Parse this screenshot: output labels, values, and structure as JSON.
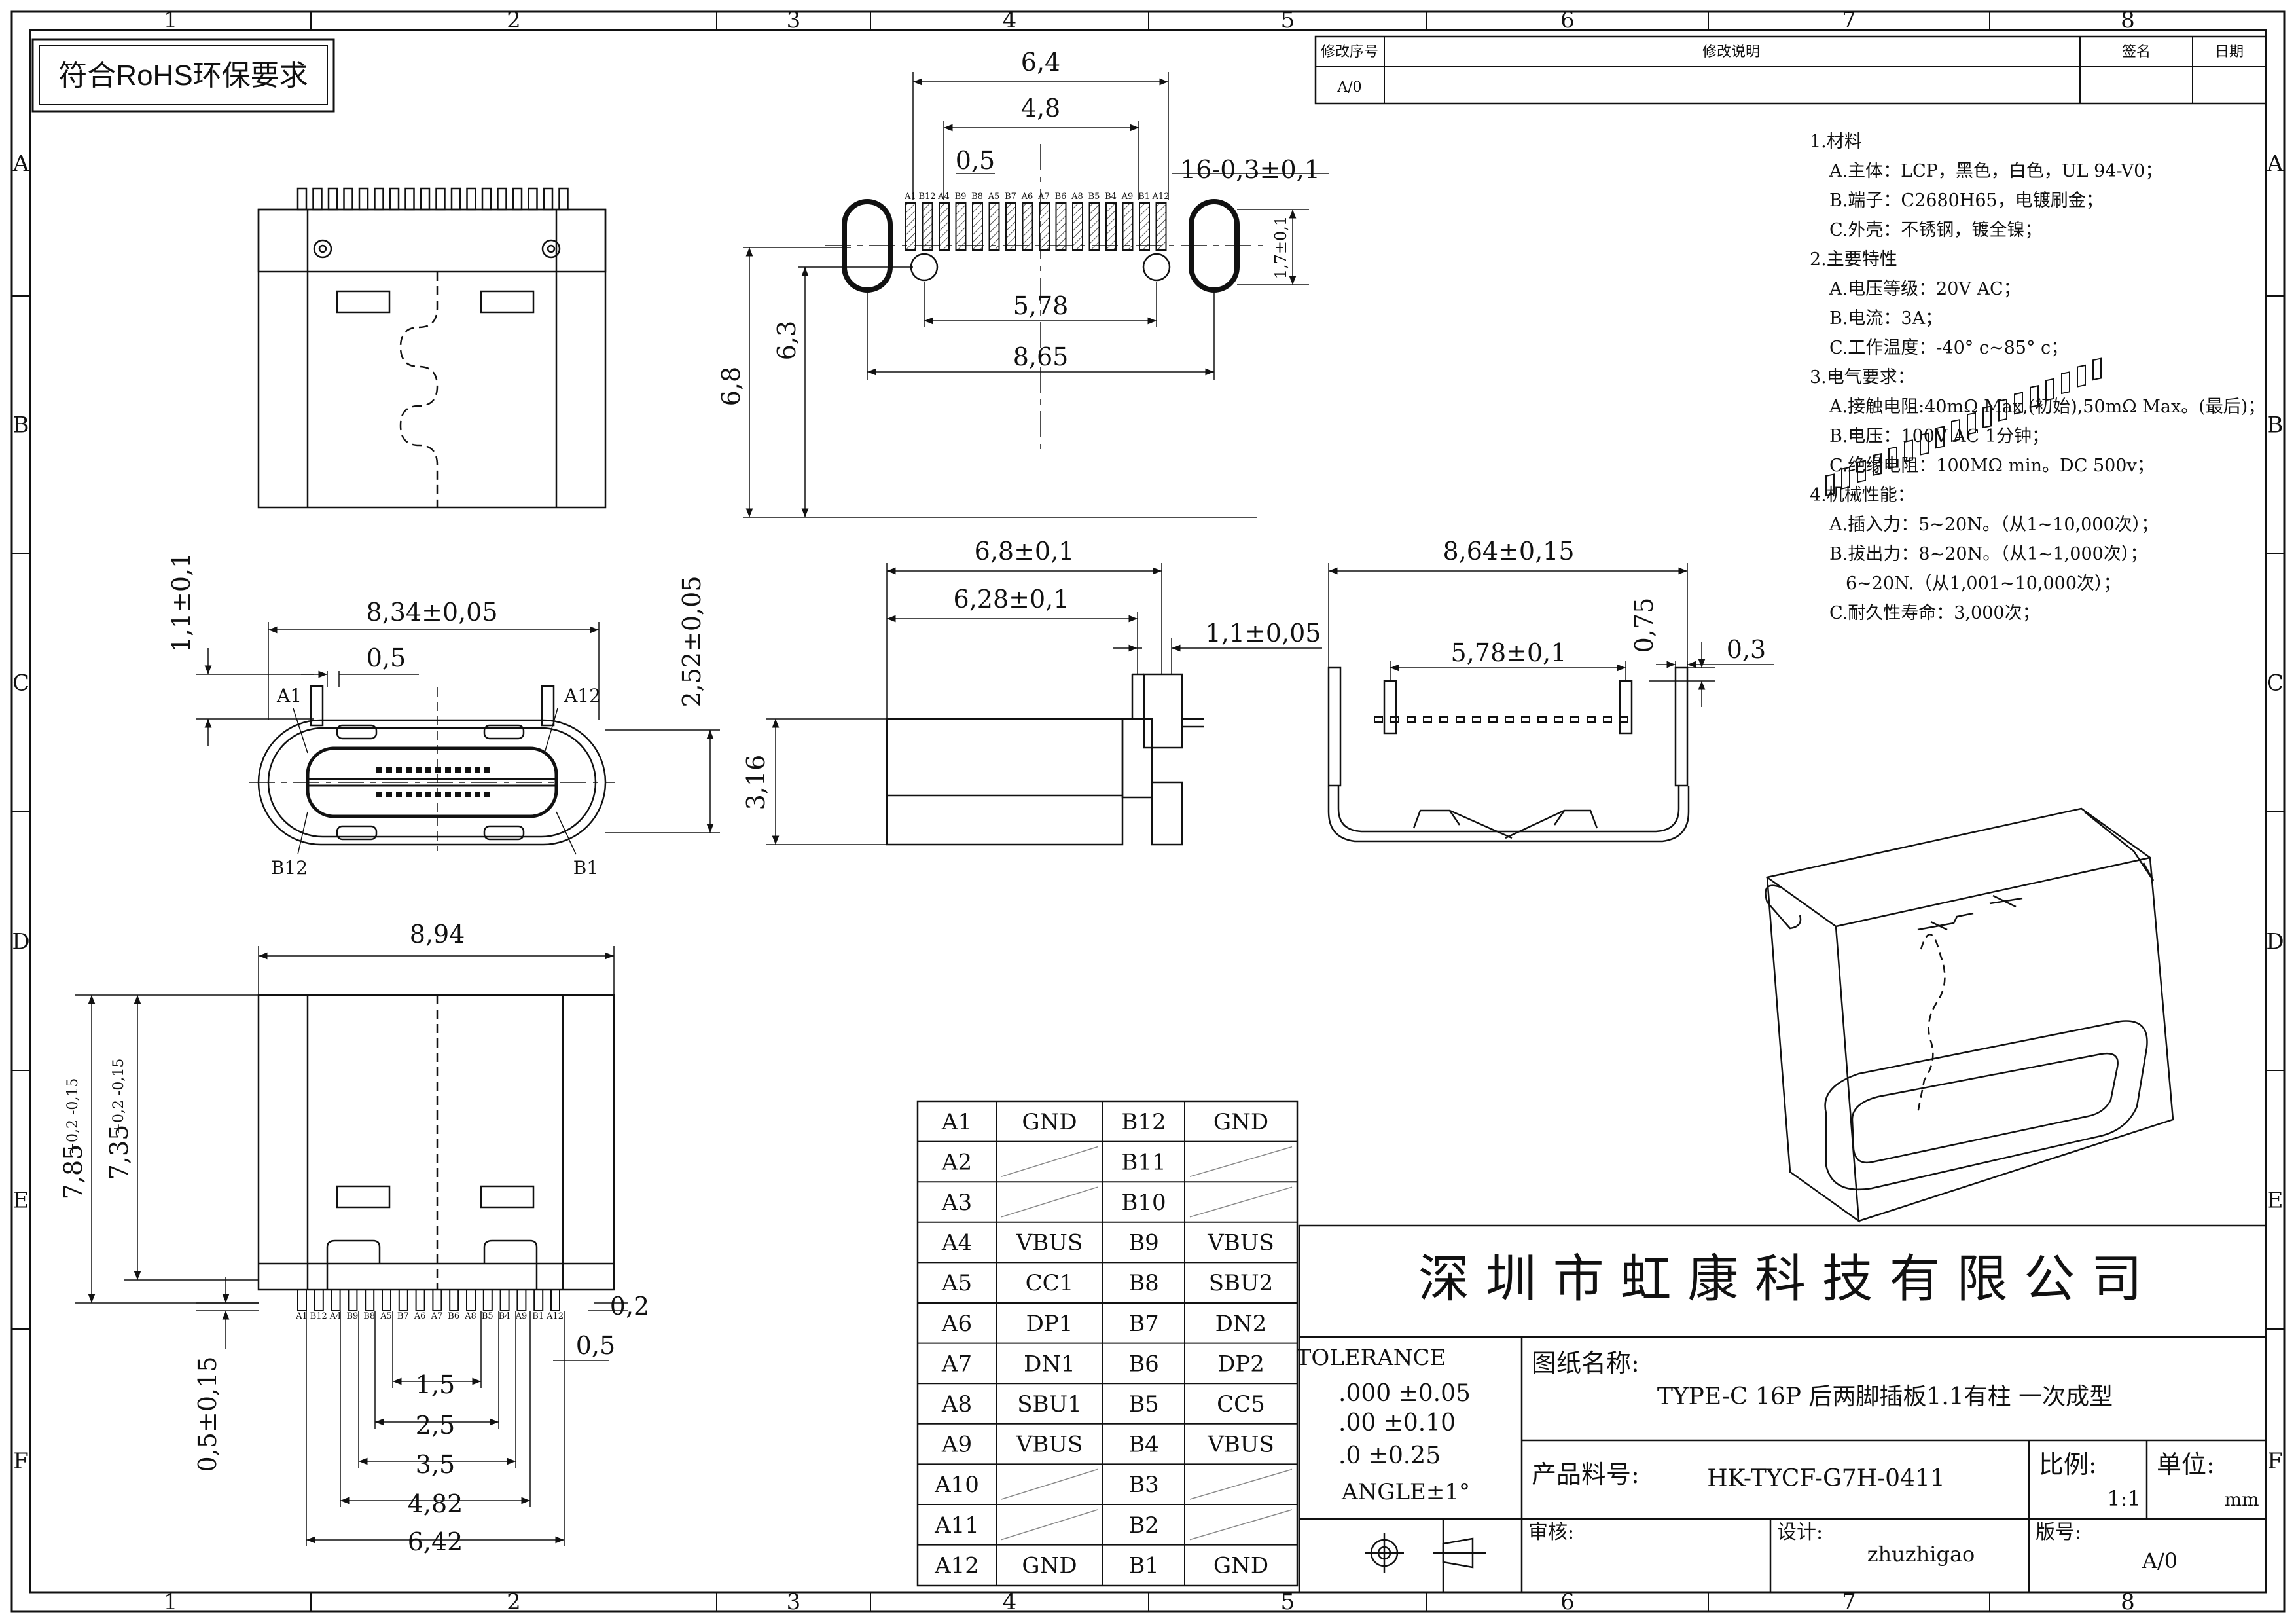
{
  "frame": {
    "columns": [
      "1",
      "2",
      "3",
      "4",
      "5",
      "6",
      "7",
      "8"
    ],
    "rows": [
      "A",
      "B",
      "C",
      "D",
      "E",
      "F"
    ]
  },
  "rohs": "符合RoHS环保要求",
  "revision": {
    "h_seq": "修改序号",
    "h_desc": "修改说明",
    "h_sign": "签名",
    "h_date": "日期",
    "seq": "A/0"
  },
  "spec": [
    "1.材料",
    "A.主体：LCP，黑色，白色，UL 94-V0；",
    "B.端子：C2680H65，电镀刷金；",
    "C.外壳：不锈钢，镀全镍；",
    "2.主要特性",
    "A.电压等级：20V AC；",
    "B.电流：3A；",
    "C.工作温度：-40° c~85° c；",
    "3.电气要求：",
    "A.接触电阻:40mΩ Max,(初始),50mΩ Max。(最后)；",
    "B.电压：100V AC 1分钟；",
    "C.绝缘电阻：100MΩ min。DC 500v；",
    "4.机械性能：",
    "A.插入力：5~20N。（从1~10,000次）；",
    "B.拔出力：8~20N。（从1~1,000次）；",
    "6~20N.（从1,001~10,000次）；",
    "C.耐久性寿命：3,000次；"
  ],
  "dims": {
    "d64": "6,4",
    "d48": "4,8",
    "d05a": "0,5",
    "d16": "16-0,3±0,1",
    "d578": "5,78",
    "d865": "8,65",
    "d68": "6,8",
    "d63": "6,3",
    "d17": "1,7±0,1",
    "d834": "8,34±0,05",
    "d11": "1,1±0,1",
    "d05b": "0,5",
    "d252": "2,52±0,05",
    "pA1": "A1",
    "pA12": "A12",
    "pB12": "B12",
    "pB1": "B1",
    "d68s": "6,8±0,1",
    "d628": "6,28±0,1",
    "d1105": "1,1±0,05",
    "d316": "3,16",
    "d864": "8,64±0,15",
    "d578b": "5,78±0,1",
    "d075": "0,75",
    "d03": "0,3",
    "d894": "8,94",
    "d785": "7,85",
    "d785tol": "+0,2 -0,15",
    "d735": "7,35",
    "d735tol": "+0,2 -0,15",
    "d02": "0,2",
    "d05c": "0,5",
    "d15": "1,5",
    "d25": "2,5",
    "d35": "3,5",
    "d482": "4,82",
    "d642": "6,42",
    "d0515": "0,5±0,15"
  },
  "pin_strip_top": [
    "A1",
    "B12",
    "A4",
    "B9",
    "B8",
    "A5",
    "B7",
    "A6",
    "A7",
    "B6",
    "A8",
    "B5",
    "B4",
    "A9",
    "B1",
    "A12"
  ],
  "pin_strip_bottom": [
    "A1",
    "B12",
    "A4",
    "B9",
    "B8",
    "A5",
    "B7",
    "A6",
    "A7",
    "B6",
    "A8",
    "B5",
    "B4",
    "A9",
    "B1",
    "A12"
  ],
  "pin_table": [
    [
      "A1",
      "GND",
      "B12",
      "GND"
    ],
    [
      "A2",
      "",
      "B11",
      ""
    ],
    [
      "A3",
      "",
      "B10",
      ""
    ],
    [
      "A4",
      "VBUS",
      "B9",
      "VBUS"
    ],
    [
      "A5",
      "CC1",
      "B8",
      "SBU2"
    ],
    [
      "A6",
      "DP1",
      "B7",
      "DN2"
    ],
    [
      "A7",
      "DN1",
      "B6",
      "DP2"
    ],
    [
      "A8",
      "SBU1",
      "B5",
      "CC5"
    ],
    [
      "A9",
      "VBUS",
      "B4",
      "VBUS"
    ],
    [
      "A10",
      "",
      "B3",
      ""
    ],
    [
      "A11",
      "",
      "B2",
      ""
    ],
    [
      "A12",
      "GND",
      "B1",
      "GND"
    ]
  ],
  "title_block": {
    "company": "深 圳 市 虹 康 科 技 有 限 公 司",
    "tolerance_title": "TOLERANCE",
    "tol1": ".000 ±0.05",
    "tol2": ".00  ±0.10",
    "tol3": ".0   ±0.25",
    "angle": "ANGLE±1°",
    "drawing_name_label": "图纸名称:",
    "drawing_name": "TYPE-C 16P 后两脚插板1.1有柱  一次成型",
    "part_no_label": "产品料号:",
    "part_no": "HK-TYCF-G7H-0411",
    "scale_label": "比例:",
    "scale": "1:1",
    "unit_label": "单位:",
    "unit": "mm",
    "review_label": "审核:",
    "design_label": "设计:",
    "designer": "zhuzhigao",
    "version_label": "版号:",
    "version": "A/0"
  }
}
